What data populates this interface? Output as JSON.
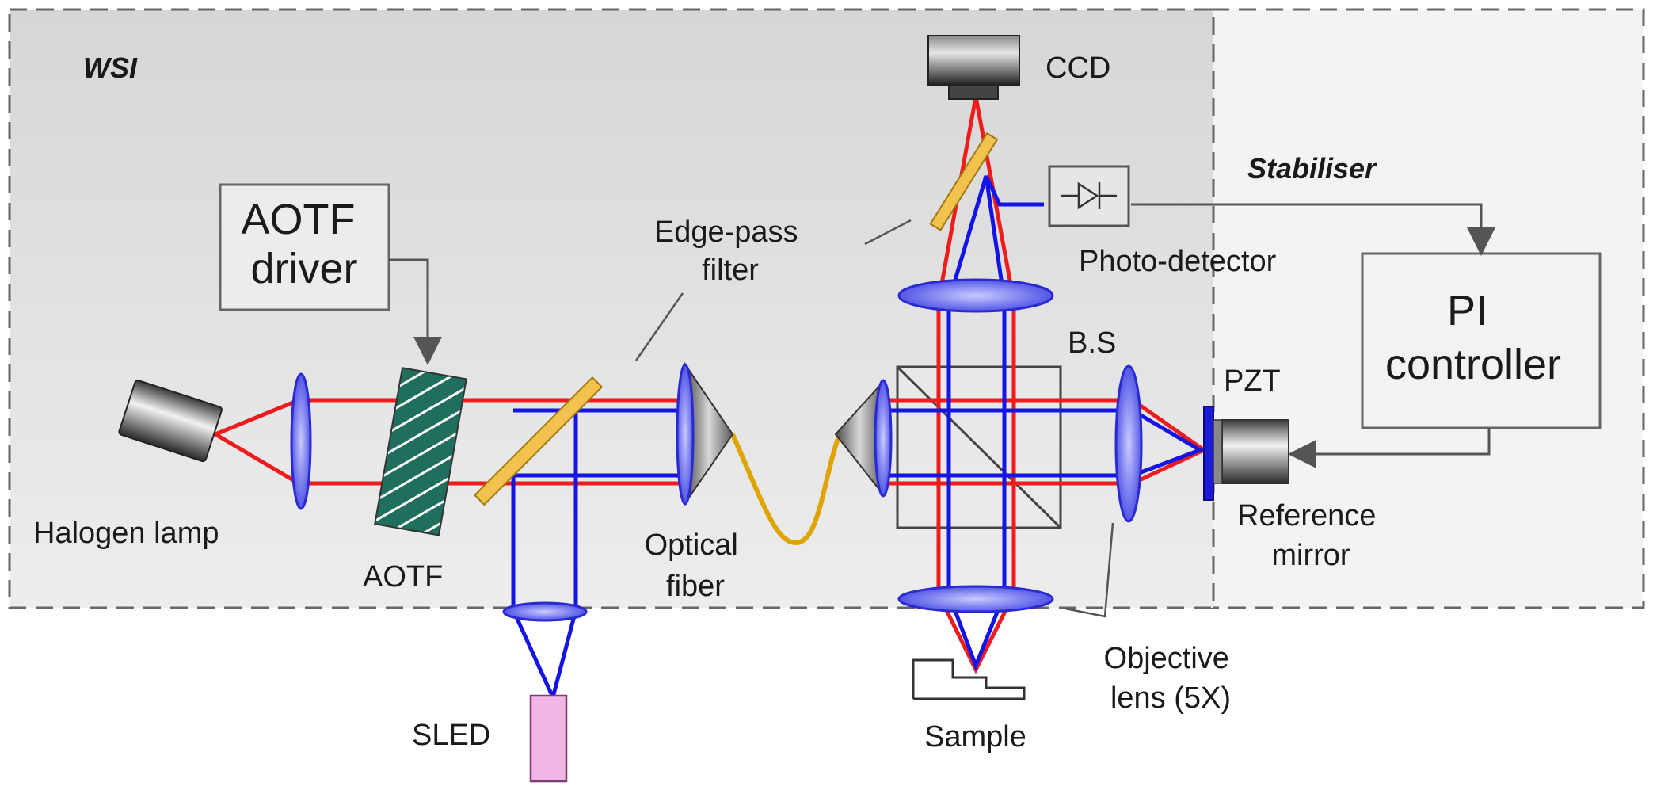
{
  "regions": {
    "wsi": "WSI",
    "stabiliser": "Stabiliser"
  },
  "boxes": {
    "aotf_driver": [
      "AOTF",
      "driver"
    ],
    "pi_controller": [
      "PI",
      "controller"
    ]
  },
  "labels": {
    "halogen_lamp": "Halogen lamp",
    "aotf": "AOTF",
    "edge_pass_filter": [
      "Edge-pass",
      "filter"
    ],
    "optical_fiber": [
      "Optical",
      "fiber"
    ],
    "sled": "SLED",
    "ccd": "CCD",
    "photo_detector": "Photo-detector",
    "beam_splitter": "B.S",
    "pzt": "PZT",
    "reference_mirror": [
      "Reference",
      "mirror"
    ],
    "objective_lens": [
      "Objective",
      "lens (5X)"
    ],
    "sample": "Sample"
  },
  "colors": {
    "red_beam": "#ee1c1c",
    "blue_beam": "#1414e6",
    "fiber": "#e0a400",
    "filter": "#f2c14e",
    "lens_fill": "#5a5ff0",
    "aotf_crystal": "#1e6e5e",
    "sled": "#f2b6e6",
    "wsi_region": "#dcdcdc",
    "stabiliser_region": "#f4f4f4"
  }
}
